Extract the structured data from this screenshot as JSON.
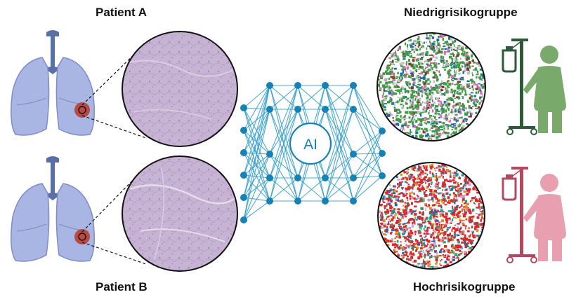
{
  "labels": {
    "patient_a": "Patient A",
    "patient_b": "Patient B",
    "low_risk": "Niedrigrisikogruppe",
    "high_risk": "Hochrisikogruppe",
    "network_core": "AI"
  },
  "colors": {
    "lung_fill": "#a9b5e3",
    "lung_stroke": "#7f8cc6",
    "trachea": "#5a6fa8",
    "tumor": "#b84a43",
    "histology_bg": "#c8b4d4",
    "histology_dark": "#a78abd",
    "network": "#2f9cc9",
    "node": "#1681b5",
    "low_risk_person": "#7aa96c",
    "low_risk_iv": "#2e5a3b",
    "high_risk_person": "#e8a0b0",
    "high_risk_iv": "#b3485f",
    "low_risk_tissue": [
      "#3e9a45",
      "#e26bb3",
      "#c0c0c0",
      "#1f67b5",
      "#7b3b2a"
    ],
    "high_risk_tissue": [
      "#d92a2a",
      "#e0892b",
      "#1f9e8e",
      "#1f67b5",
      "#bfa6d9"
    ]
  },
  "network": {
    "layers": [
      6,
      5,
      5,
      5,
      5,
      3
    ],
    "layer_labels": []
  },
  "icons": {
    "lung": "lung-icon",
    "tumor": "tumor-icon",
    "iv_stand": "iv-stand-icon",
    "person": "person-icon"
  }
}
